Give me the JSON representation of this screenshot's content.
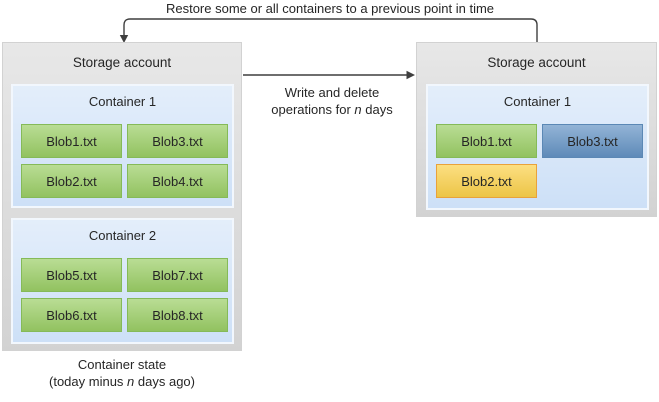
{
  "top_flow": {
    "restore_label": "Restore some or all containers to a previous point in time"
  },
  "middle_flow": {
    "line1": "Write and delete",
    "line2_prefix": "operations for ",
    "line2_italic": "n",
    "line2_suffix": " days"
  },
  "left_account": {
    "title": "Storage account",
    "containers": [
      {
        "title": "Container 1",
        "blobs": [
          {
            "label": "Blob1.txt",
            "color": "green"
          },
          {
            "label": "Blob3.txt",
            "color": "green"
          },
          {
            "label": "Blob2.txt",
            "color": "green"
          },
          {
            "label": "Blob4.txt",
            "color": "green"
          }
        ]
      },
      {
        "title": "Container 2",
        "blobs": [
          {
            "label": "Blob5.txt",
            "color": "green"
          },
          {
            "label": "Blob7.txt",
            "color": "green"
          },
          {
            "label": "Blob6.txt",
            "color": "green"
          },
          {
            "label": "Blob8.txt",
            "color": "green"
          }
        ]
      }
    ],
    "caption_line1": "Container state",
    "caption_line2_prefix": "(today minus ",
    "caption_line2_italic": "n",
    "caption_line2_suffix": " days ago)"
  },
  "right_account": {
    "title": "Storage account",
    "containers": [
      {
        "title": "Container 1",
        "blobs": [
          {
            "label": "Blob1.txt",
            "color": "green"
          },
          {
            "label": "Blob3.txt",
            "color": "blue"
          },
          {
            "label": "Blob2.txt",
            "color": "yellow"
          }
        ]
      }
    ]
  },
  "colors": {
    "account_gray": {
      "fill": "#dbdbdb",
      "border": "#d2d2d2"
    },
    "container_blue": {
      "fill": "#cde0f7",
      "border": "#f2f7fd"
    },
    "green": {
      "fill": "#9bce66",
      "border": "#85ba58"
    },
    "blue": {
      "fill": "#6493c4",
      "border": "#5b88b5"
    },
    "yellow": {
      "fill": "#fbd14b",
      "border": "#e9a23b"
    },
    "arrow": "#3f3f3f",
    "text": "#262626"
  }
}
